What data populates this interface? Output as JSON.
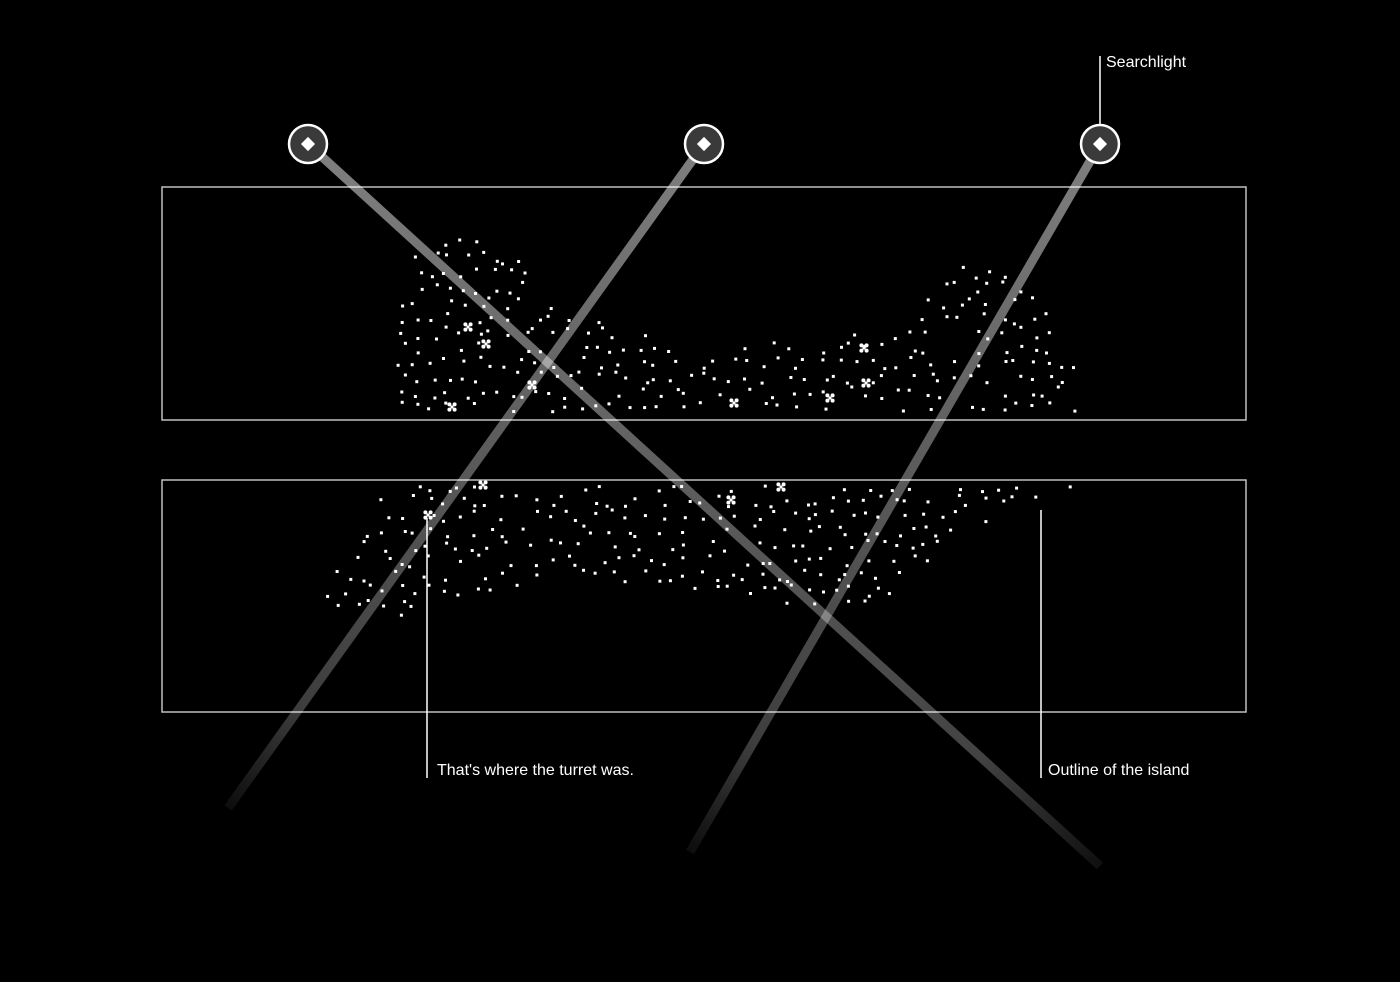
{
  "labels": {
    "searchlight": "Searchlight",
    "turret": "That's where the turret was.",
    "island": "Outline of the island"
  },
  "colors": {
    "background": "#000000",
    "foreground": "#ffffff",
    "beam": "#ffffff"
  },
  "icons": {
    "searchlight": "searchlight-icon",
    "turret_marker": "cross-marker-icon",
    "island_point": "dot-icon"
  },
  "diagram": {
    "panels": 2,
    "searchlights": 3,
    "beams": 3
  }
}
